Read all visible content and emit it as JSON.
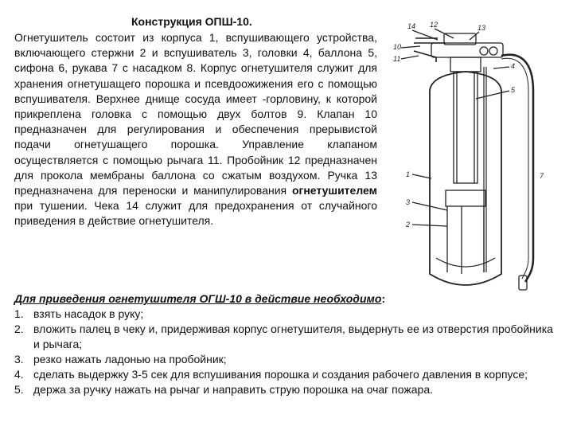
{
  "title": "Конструкция ОПШ-10.",
  "description": {
    "p1": "Огнетушитель состоит из корпуса 1, вспушивающего устройства, включающего стержни 2 и вспушиватель 3, головки 4, баллона 5, сифона 6, рукава 7 с насадком 8. Корпус огнетушителя служит для хранения огнетушащего порошка и псевдоожижения его с помощью вспушивателя. Верхнее днище сосуда имеет -горловину, к которой прикреплена головка с помощью двух болтов 9. Клапан 10 предназначен для регулирования и обеспечения прерывистой подачи огнетушащего порошка. Управление клапаном осуществляется с помощью рычага 11. Пробойник 12 предназначен для прокола мембраны баллона со сжатым воздухом. Ручка 13 предназначена для переноски и манипулирования",
    "bold_word": "огнетушителем",
    "p2": "при тушении. Чека 14 служит для предохранения от случайного приведения в действие огнетушителя."
  },
  "figure": {
    "callouts": [
      "14",
      "12",
      "13",
      "10",
      "11",
      "4",
      "5",
      "1",
      "7",
      "3",
      "2"
    ]
  },
  "instructions": {
    "heading": "Для приведения огнетушителя ОГШ-10 в действие необходимо",
    "heading_tail": ":",
    "steps": [
      {
        "num": "1.",
        "text": "взять насадок в руку;"
      },
      {
        "num": "2.",
        "text": "вложить палец в чеку и, придерживая корпус огнетушителя, выдернуть ее из отверстия пробойника и рычага;"
      },
      {
        "num": "3.",
        "text": "резко нажать ладонью на пробойник;"
      },
      {
        "num": "4.",
        "text": "сделать выдержку 3-5 сек для вспушивания порошка и создания рабочего давления в корпусе;"
      },
      {
        "num": "5.",
        "text": "держа за ручку нажать на рычаг и направить струю порошка на очаг пожара."
      }
    ]
  }
}
